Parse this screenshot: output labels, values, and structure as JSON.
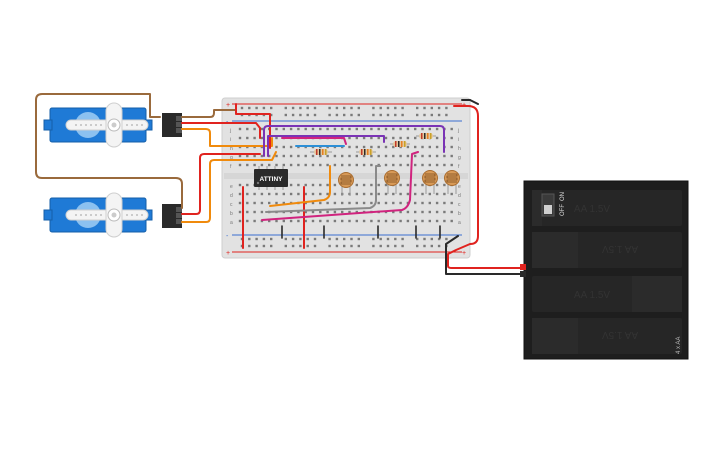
{
  "components": {
    "microcontroller": {
      "label": "ATTINY"
    },
    "battery_pack": {
      "switch_off": "OFF",
      "switch_on": "ON",
      "cell_label": "AA 1.5V",
      "pack_label": "4 x AA"
    },
    "breadboard": {
      "row_letters_top": [
        "j",
        "i",
        "h",
        "g",
        "f"
      ],
      "row_letters_bottom": [
        "e",
        "d",
        "c",
        "b",
        "a"
      ],
      "rail_plus": "+",
      "rail_minus": "-"
    }
  },
  "colors": {
    "breadboard": "#e6e6e6",
    "servo_body": "#1f7ad6",
    "wire_red": "#e0231f",
    "wire_black": "#2a2a2a",
    "wire_brown": "#9a6a3c",
    "wire_orange": "#f08a0c",
    "wire_purple": "#7a33b5",
    "wire_magenta": "#d0237e",
    "wire_gray": "#8a8a8a",
    "wire_blue": "#2d8fd6",
    "battery_case": "#1e1e1e",
    "photoresistor": "#d89a57"
  }
}
